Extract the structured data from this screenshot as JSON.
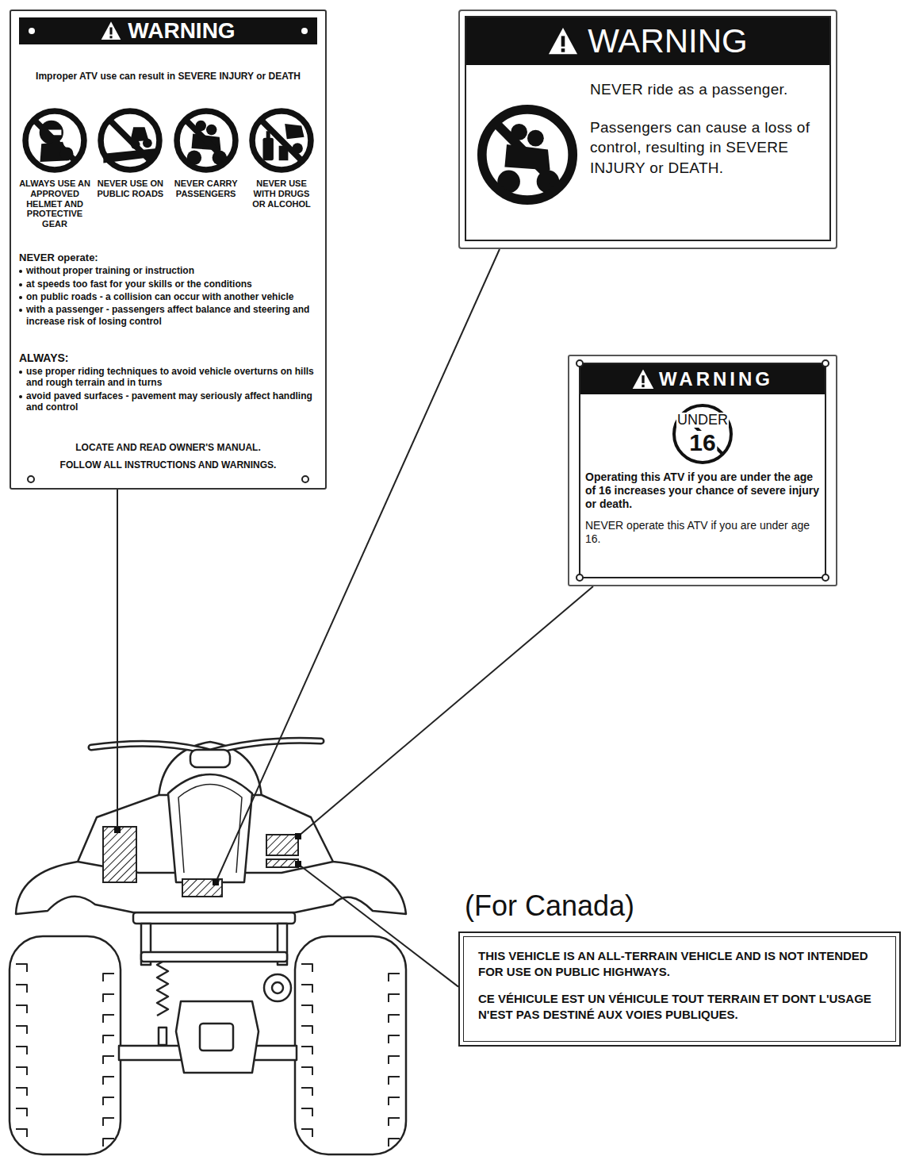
{
  "diagram": {
    "nodes": [
      {
        "text": [
          "WARNING",
          "Improper ATV use can result in SEVERE INJURY or DEATH",
          "ALWAYS USE AN APPROVED HELMET AND PROTECTIVE GEAR",
          "NEVER USE ON PUBLIC ROADS",
          "NEVER CARRY PASSENGERS",
          "NEVER USE WITH DRUGS OR ALCOHOL",
          "NEVER operate:",
          "without proper training or instruction",
          "at speeds too fast for your skills or the conditions",
          "on public roads - a collision can occur with another vehicle",
          "with a passenger - passengers affect balance and steering and increase risk of losing control",
          "ALWAYS:",
          "use proper riding techniques to avoid vehicle overturns on hills and rough terrain and in turns",
          "avoid paved surfaces - pavement may seriously affect handling and control",
          "LOCATE AND READ OWNER'S MANUAL.",
          "FOLLOW ALL INSTRUCTIONS AND WARNINGS."
        ]
      },
      {
        "text": [
          "WARNING",
          "NEVER ride as a passenger.",
          "Passengers can cause a loss of control, resulting in SEVERE INJURY or DEATH."
        ]
      },
      {
        "text": [
          "WARNING",
          "UNDER",
          "16",
          "Operating this ATV if you are under the age of 16 increases your chance of severe injury or death.",
          "NEVER operate this ATV if you are under age 16."
        ]
      },
      {
        "text": [
          "(For Canada)",
          "THIS VEHICLE IS AN ALL-TERRAIN VEHICLE AND IS NOT INTENDED FOR USE ON PUBLIC HIGHWAYS.",
          "CE VÉHICULE EST UN VÉHICULE TOUT TERRAIN ET DONT L'USAGE N'EST PAS DESTINÉ AUX VOIES PUBLIQUES."
        ]
      }
    ]
  }
}
